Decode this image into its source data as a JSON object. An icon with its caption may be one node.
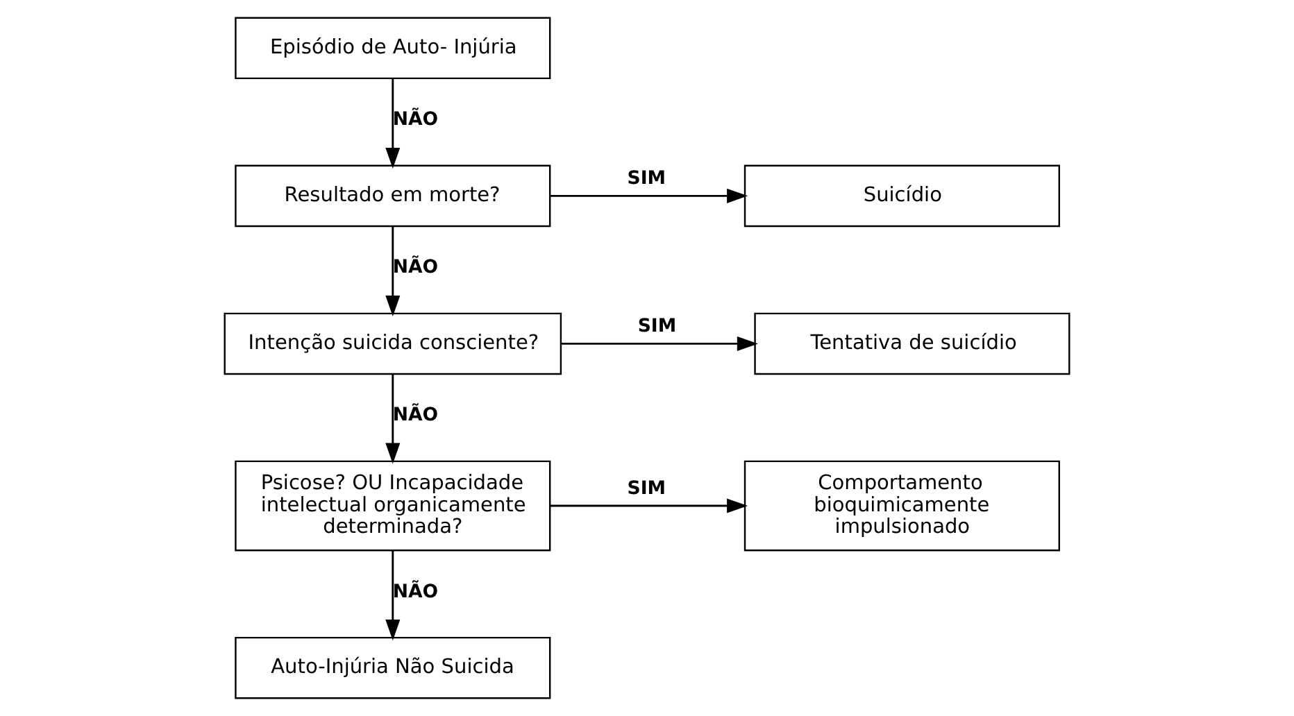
{
  "diagram": {
    "nodes": [
      {
        "text": [
          "Episódio de Auto- Injúria"
        ]
      },
      {
        "text": [
          "Suicídio"
        ]
      },
      {
        "text": [
          "Resultado em morte?"
        ]
      },
      {
        "text": [
          "Intenção suicida consciente?"
        ]
      },
      {
        "text": [
          "Tentativa de suicídio"
        ]
      },
      {
        "text": [
          "Comportamento bioquimicamente impulsionado"
        ]
      },
      {
        "text": [
          "Psicose? OU Incapacidade intelectual organicamente determinada?"
        ]
      },
      {
        "text": [
          "Auto-Injúria Não Suicida"
        ]
      }
    ],
    "edges": [
      {
        "from": 0,
        "to": 2,
        "arrow": "to",
        "label": "NÃO"
      },
      {
        "from": 2,
        "to": 1,
        "arrow": "to",
        "label": "SIM"
      },
      {
        "from": 2,
        "to": 3,
        "arrow": "to",
        "label": "NÃO"
      },
      {
        "from": 3,
        "to": 4,
        "arrow": "to",
        "label": "SIM"
      },
      {
        "from": 3,
        "to": 6,
        "arrow": "to",
        "label": "NÃO"
      },
      {
        "from": 6,
        "to": 5,
        "arrow": "to",
        "label": "SIM"
      },
      {
        "from": 6,
        "to": 7,
        "arrow": "to",
        "label": "NÃO"
      }
    ]
  }
}
